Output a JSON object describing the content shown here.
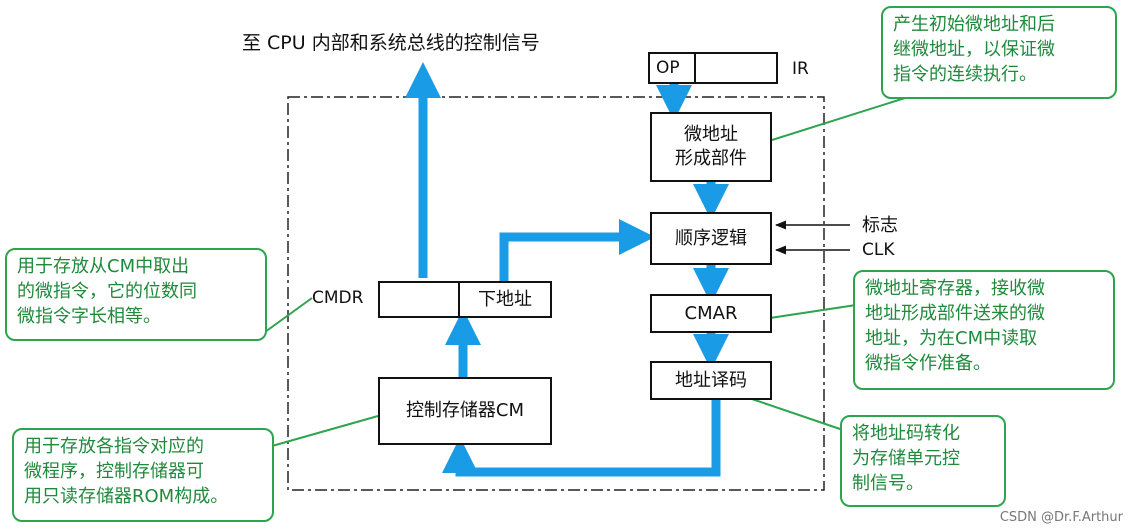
{
  "top_label": "至 CPU 内部和系统总线的控制信号",
  "ir": {
    "op": "OP",
    "label": "IR"
  },
  "blocks": {
    "micro_addr_gen": "微地址\n形成部件",
    "seq_logic": "顺序逻辑",
    "cmar": "CMAR",
    "addr_decode": "地址译码",
    "cm": "控制存储器CM",
    "cmdr_next": "下地址"
  },
  "labels": {
    "cmdr": "CMDR",
    "flag": "标志",
    "clk": "CLK"
  },
  "callouts": {
    "micro_addr": "产生初始微地址和后\n继微地址，以保证微\n指令的连续执行。",
    "cmdr": "用于存放从CM中取出\n的微指令，它的位数同\n微指令字长相等。",
    "cmar": "微地址寄存器，接收微\n地址形成部件送来的微\n地址，为在CM中读取\n微指令作准备。",
    "decode": "将地址码转化\n为存储单元控\n制信号。",
    "cm": "用于存放各指令对应的\n微程序，控制存储器可\n用只读存储器ROM构成。"
  },
  "watermark": "CSDN @Dr.F.Arthur",
  "colors": {
    "arrow": "#1a9be6",
    "callout": "#2ea44f"
  }
}
